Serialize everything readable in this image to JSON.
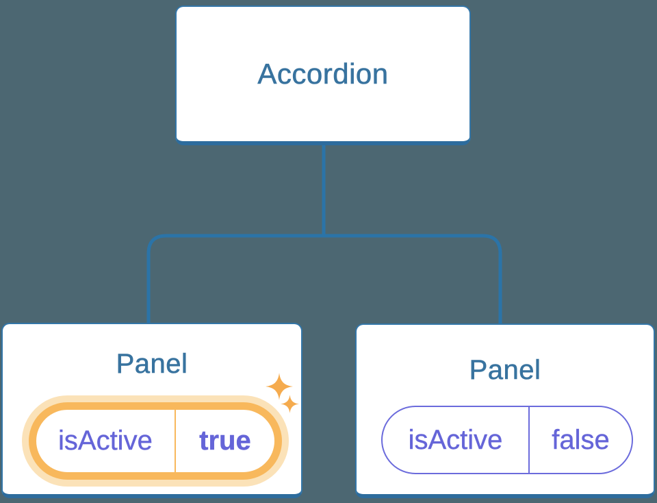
{
  "tree": {
    "root": {
      "label": "Accordion"
    },
    "children": [
      {
        "label": "Panel",
        "state": {
          "key": "isActive",
          "value": "true"
        },
        "highlighted": true,
        "sparkles": true
      },
      {
        "label": "Panel",
        "state": {
          "key": "isActive",
          "value": "false"
        },
        "highlighted": false,
        "sparkles": false
      }
    ]
  },
  "colors": {
    "background": "#4C6772",
    "node-fill": "#FFFFFF",
    "node-border": "#3376A8",
    "node-border-bottom": "#2D6C9D",
    "node-text": "#38739F",
    "connector": "#2B74A8",
    "state-text": "#6565D8",
    "active-pill-border": "#F8B85C",
    "active-pill-glow": "#FBE2B8",
    "inactive-pill-border": "#6B6BDC",
    "sparkle": "#F5AB4E"
  }
}
